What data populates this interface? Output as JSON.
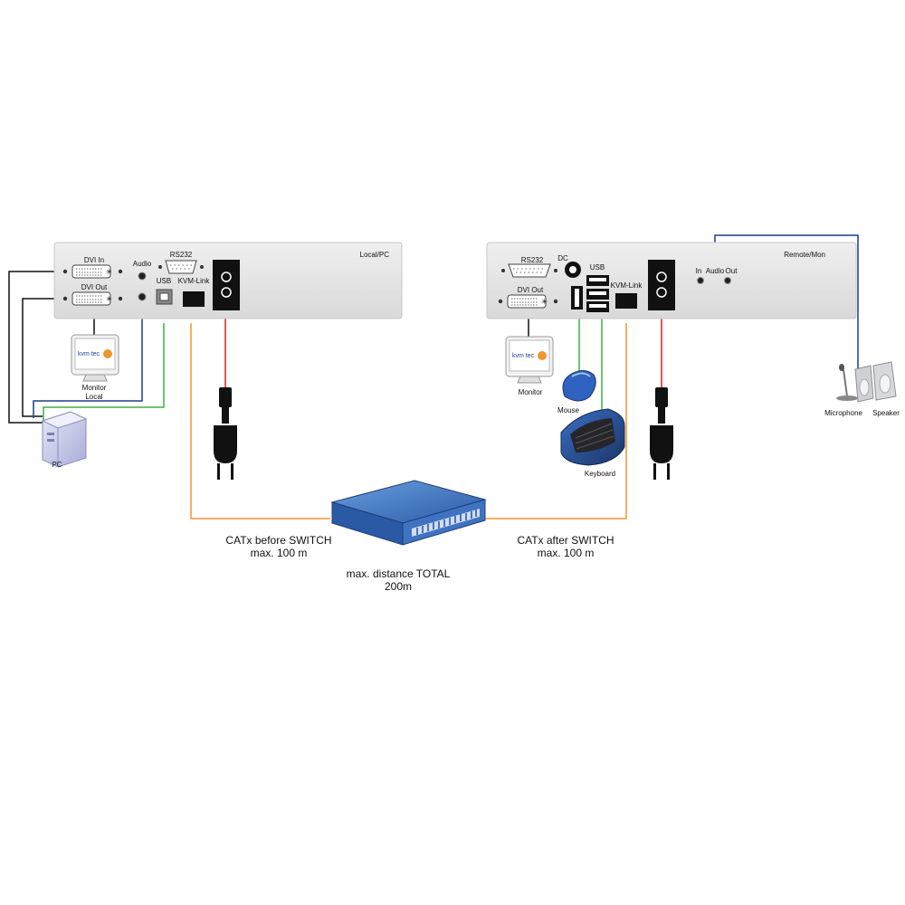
{
  "local_unit": {
    "name": "Local/PC",
    "ports": {
      "dvi_in": "DVI In",
      "dvi_out": "DVI Out",
      "audio": "Audio",
      "rs232": "RS232",
      "usb": "USB",
      "kvm_link": "KVM-Link"
    }
  },
  "remote_unit": {
    "name": "Remote/Mon",
    "ports": {
      "rs232": "RS232",
      "dc": "DC",
      "dvi_out": "DVI Out",
      "usb": "USB",
      "kvm_link": "KVM-Link",
      "audio_in": "In",
      "audio_label": "Audio",
      "audio_out": "Out"
    }
  },
  "devices": {
    "local_monitor": {
      "line1": "Monitor",
      "line2": "Local",
      "brand": "kvm tec"
    },
    "pc": "PC",
    "remote_monitor": {
      "label": "Monitor",
      "brand": "kvm tec"
    },
    "mouse": "Mouse",
    "keyboard": "Keyboard",
    "microphone": "Microphone",
    "speaker": "Speaker"
  },
  "cables": {
    "before_switch": {
      "line1": "CATx before SWITCH",
      "line2": "max. 100 m"
    },
    "after_switch": {
      "line1": "CATx after SWITCH",
      "line2": "max. 100 m"
    },
    "total": {
      "line1": "max. distance TOTAL",
      "line2": "200m"
    }
  },
  "colors": {
    "catx": "#f0962f",
    "usb": "#3cb043",
    "power": "#e02020",
    "audio": "#1a3f8a",
    "dvi": "#111111",
    "panel": "#e6e6e6",
    "switch": "#2f62a8"
  }
}
